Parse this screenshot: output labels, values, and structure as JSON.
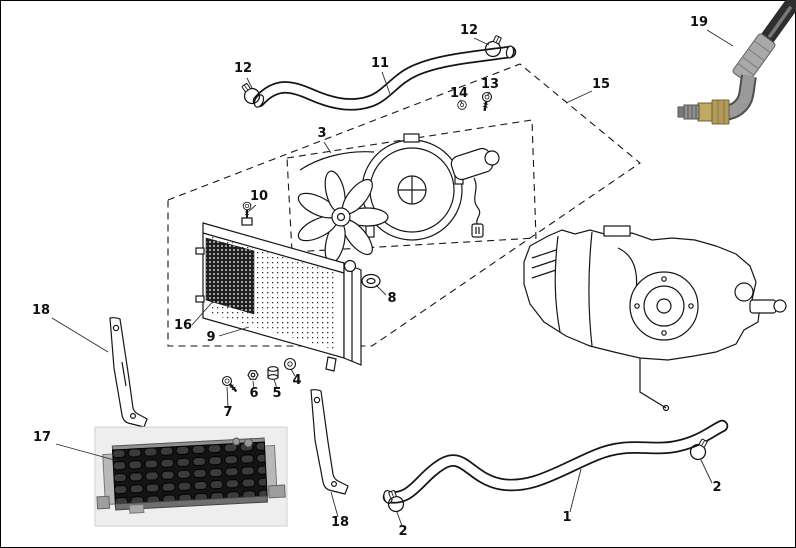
{
  "colors": {
    "ink": "#161616",
    "paper": "#ffffff",
    "photo_background": "#eeeeee",
    "fitting_gold": "#b29a5a",
    "cooler_body": "#141414"
  },
  "diagram": {
    "kind": "exploded-parts-diagram",
    "subject": "radiator-cooling-system",
    "callouts": [
      {
        "id": "12-upper-hose-left",
        "text": "12"
      },
      {
        "id": "11-upper-hose",
        "text": "11"
      },
      {
        "id": "12-upper-hose-right",
        "text": "12"
      },
      {
        "id": "13-bolt",
        "text": "13"
      },
      {
        "id": "14-washer",
        "text": "14"
      },
      {
        "id": "15-assembly-boundary",
        "text": "15"
      },
      {
        "id": "19-oil-line-fitting",
        "text": "19"
      },
      {
        "id": "3-fan-assembly",
        "text": "3"
      },
      {
        "id": "10-bolt",
        "text": "10"
      },
      {
        "id": "8-cap",
        "text": "8"
      },
      {
        "id": "16-radiator-core",
        "text": "16"
      },
      {
        "id": "9-radiator",
        "text": "9"
      },
      {
        "id": "18-bracket-left",
        "text": "18"
      },
      {
        "id": "4-washer",
        "text": "4"
      },
      {
        "id": "5-spacer",
        "text": "5"
      },
      {
        "id": "6-nut",
        "text": "6"
      },
      {
        "id": "7-bolt",
        "text": "7"
      },
      {
        "id": "17-oil-cooler",
        "text": "17"
      },
      {
        "id": "18-bracket-lower",
        "text": "18"
      },
      {
        "id": "2-clamp-lower-left",
        "text": "2"
      },
      {
        "id": "1-lower-hose",
        "text": "1"
      },
      {
        "id": "2-clamp-right",
        "text": "2"
      }
    ]
  }
}
